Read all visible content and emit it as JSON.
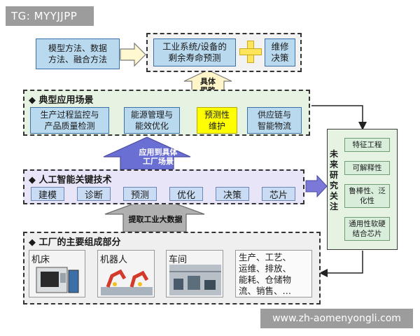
{
  "tag": "TG: MYYJJPP",
  "watermark": "www.zh-aomenyongli.com",
  "top": {
    "methods": [
      "模型方法、数据",
      "方法、融合方法"
    ],
    "rul": [
      "工业系统/设备的",
      "剩余寿命预测"
    ],
    "decision": [
      "维修",
      "决策"
    ],
    "arrow_label": [
      "具体",
      "思路"
    ]
  },
  "scenes": {
    "title": "◆ 典型应用场景",
    "items": [
      [
        "生产过程监控与",
        "产品质量检测"
      ],
      [
        "能源管理与",
        "能效优化"
      ],
      [
        "预测性",
        "维护"
      ],
      [
        "供应链与",
        "智能物流"
      ]
    ],
    "arrow_label": [
      "应用到具体",
      "工厂场景"
    ]
  },
  "ai": {
    "title": "◆ 人工智能关键技术",
    "items": [
      "建模",
      "诊断",
      "预测",
      "优化",
      "决策",
      "芯片"
    ],
    "arrow_label": "提取工业大数据"
  },
  "factory": {
    "title": "◆ 工厂的主要组成部分",
    "items": [
      "机床",
      "机器人",
      "车间"
    ],
    "text": [
      "生产、工艺、",
      "运维、排放、",
      "能耗、仓储物",
      "流、销售、…"
    ]
  },
  "future": {
    "title": "未来研究关注",
    "items": [
      "特征工程",
      "可解释性",
      "鲁棒性、泛化性",
      "通用性软硬结合芯片"
    ]
  },
  "colors": {
    "blue_fill": "#b9d9ef",
    "dark_blue": "#1f5fbf",
    "green_fill": "#d8eedb",
    "green_frame": "#e6f3e2",
    "purple_frame": "#e7e5f7",
    "gray_frame": "#efefef",
    "yellow": "#ffff00"
  }
}
